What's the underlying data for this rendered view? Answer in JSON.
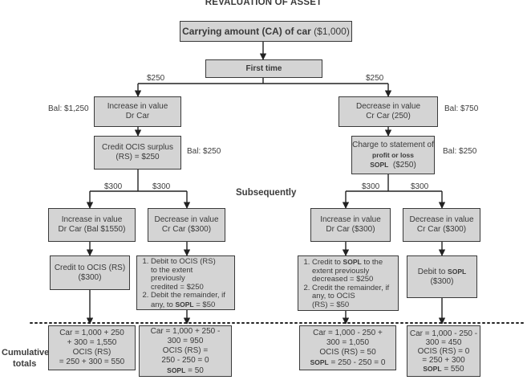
{
  "title": "REVALUATION OF ASSET",
  "root": {
    "label": "Carrying amount (CA) of car",
    "value": "($1,000)"
  },
  "first_time": "First time",
  "subsequently": "Subsequently",
  "branch_amounts": {
    "left": "$250",
    "right": "$250",
    "sub": "$300"
  },
  "left": {
    "increase": {
      "line1": "Increase in value",
      "line2": "Dr Car"
    },
    "increase_bal": "Bal: $1,250",
    "ocis": {
      "line1": "Credit OCIS surplus",
      "line2": "(RS) = $250"
    },
    "ocis_bal": "Bal: $250",
    "sub_increase": {
      "line1": "Increase in value",
      "line2": "Dr Car (Bal $1550)"
    },
    "sub_decrease": {
      "line1": "Decrease in value",
      "line2": "Cr Car ($300)"
    },
    "credit_ocis": {
      "line1": "Credit to OCIS (RS)",
      "line2": "($300)"
    },
    "debit_list": {
      "item1": [
        "Debit to OCIS (RS)",
        "to the extent",
        "previously",
        "credited = $250"
      ],
      "item2_a": [
        "Debit the remainder, if"
      ],
      "item2_pre": "any, to ",
      "item2_sopl": "SOPL",
      "item2_post": " = $50"
    },
    "total1": [
      "Car = 1,000 + 250",
      "+ 300 = 1,550",
      "OCIS (RS)",
      "= 250 + 300 = 550"
    ],
    "total2": {
      "lines": [
        "Car = 1,000 + 250 -",
        "300 = 950",
        "OCIS (RS) =",
        "250 - 250 = 0"
      ],
      "sopl": "SOPL",
      "sopl_val": "= 50"
    }
  },
  "right": {
    "decrease": {
      "line1": "Decrease in value",
      "line2": "Cr Car (250)"
    },
    "decrease_bal": "Bal: $750",
    "charge": {
      "line1": "Charge to statement of",
      "line2": "profit or loss",
      "line3_sopl": "SOPL",
      "line3_val": "($250)"
    },
    "charge_bal": "Bal: $250",
    "sub_increase": {
      "line1": "Increase in value",
      "line2": "Dr Car ($300)"
    },
    "sub_decrease": {
      "line1": "Decrease in value",
      "line2": "Cr Car ($300)"
    },
    "credit_list": {
      "item1_pre": "Credit to ",
      "item1_sopl": "SOPL",
      "item1_post": " to the",
      "item1_rest": [
        "extent previously",
        "decreased = $250"
      ],
      "item2": [
        "Credit the remainder, if",
        "any, to OCIS",
        "(RS) = $50"
      ]
    },
    "debit_sopl": {
      "pre": "Debit to ",
      "sopl": "SOPL",
      "line2": "($300)"
    },
    "total3": {
      "lines": [
        "Car = 1,000 - 250 +",
        "300 = 1,050",
        "OCIS (RS) = 50"
      ],
      "sopl": "SOPL",
      "sopl_val": "= 250 - 250 = 0"
    },
    "total4": {
      "lines": [
        "Car = 1,000 - 250 -",
        "300 = 450",
        "OCIS (RS) = 0",
        "= 250 + 300"
      ],
      "sopl": "SOPL",
      "sopl_val": "= 550"
    }
  },
  "cumulative": [
    "Cumulative",
    "totals"
  ]
}
